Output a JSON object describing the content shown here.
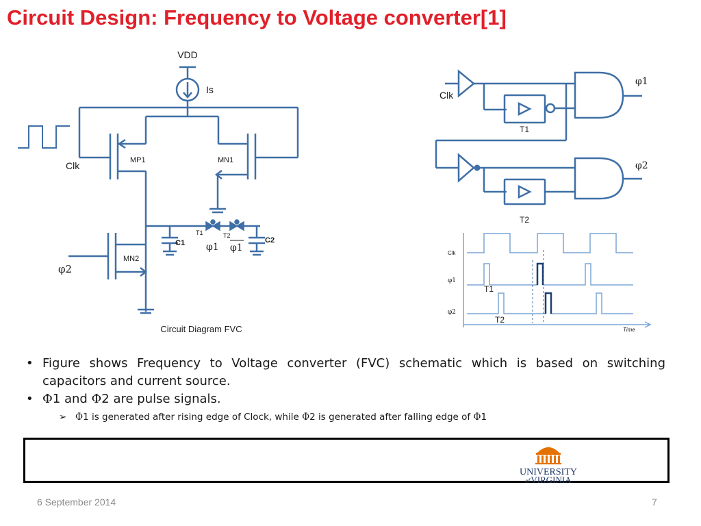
{
  "slide": {
    "title": "Circuit Design: Frequency to Voltage converter[1]",
    "footer_date": "6 September 2014",
    "slide_number": "7"
  },
  "circuit": {
    "vdd": "VDD",
    "is": "Is",
    "clk": "Clk",
    "mp1": "MP1",
    "mn1": "MN1",
    "mn2": "MN2",
    "c1": "C1",
    "c2": "C2",
    "t1": "T1",
    "t2": "T2",
    "phi1": "φ1",
    "phi1_bar": "φ1",
    "phi2": "φ2",
    "caption": "Circuit Diagram FVC"
  },
  "logic": {
    "clk": "Clk",
    "t1": "T1",
    "t2": "T2",
    "phi1": "φ1",
    "phi2": "φ2"
  },
  "timing": {
    "clk": "Clk",
    "phi1": "φ1",
    "phi2": "φ2",
    "t1": "T1",
    "t2": "T2",
    "time": "Time"
  },
  "bullets": {
    "b1": "Figure shows Frequency to Voltage converter (FVC) schematic which is based on switching capacitors and current source.",
    "b2_sym1": "Φ",
    "b2_text1": "1 and ",
    "b2_sym2": "Φ",
    "b2_text2": "2 are pulse signals.",
    "sub_sym1": "Φ",
    "sub_text1": "1 is generated after rising edge of Clock, while ",
    "sub_sym2": "Φ",
    "sub_text2": "2 is generated after falling edge of ",
    "sub_sym3": "Φ",
    "sub_text3": "1"
  },
  "logo": {
    "line1": "UNIVERSITY",
    "line2_of": "of",
    "line2": "VIRGINIA"
  },
  "colors": {
    "title": "#e0202a",
    "wire": "#3f6fa6",
    "logo_blue": "#1f3a6b",
    "logo_orange": "#e57200"
  }
}
